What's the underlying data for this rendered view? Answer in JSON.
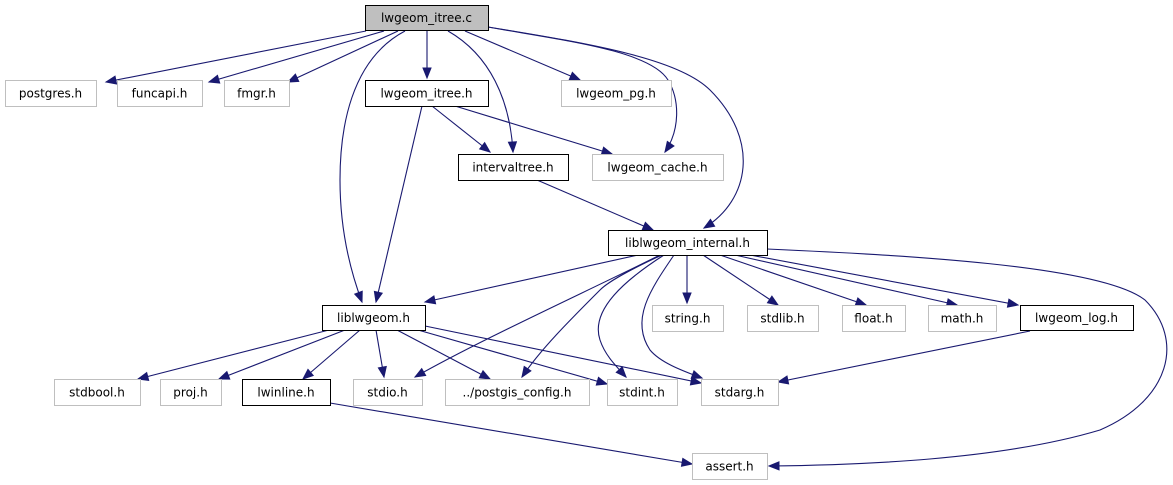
{
  "graph": {
    "title": "lwgeom_itree.c",
    "type": "include-dependency-graph",
    "colors": {
      "edge": "#191970",
      "root_fill": "#bfbfbf",
      "documented_border": "#000000",
      "external_border": "#bfbfbf"
    },
    "nodes": [
      {
        "id": "lwgeom_itree_c",
        "label": "lwgeom_itree.c",
        "kind": "root"
      },
      {
        "id": "postgres_h",
        "label": "postgres.h",
        "kind": "ext"
      },
      {
        "id": "funcapi_h",
        "label": "funcapi.h",
        "kind": "ext"
      },
      {
        "id": "fmgr_h",
        "label": "fmgr.h",
        "kind": "ext"
      },
      {
        "id": "lwgeom_itree_h",
        "label": "lwgeom_itree.h",
        "kind": "int"
      },
      {
        "id": "lwgeom_pg_h",
        "label": "lwgeom_pg.h",
        "kind": "ext"
      },
      {
        "id": "intervaltree_h",
        "label": "intervaltree.h",
        "kind": "int"
      },
      {
        "id": "lwgeom_cache_h",
        "label": "lwgeom_cache.h",
        "kind": "ext"
      },
      {
        "id": "liblwgeom_internal_h",
        "label": "liblwgeom_internal.h",
        "kind": "int"
      },
      {
        "id": "liblwgeom_h",
        "label": "liblwgeom.h",
        "kind": "int"
      },
      {
        "id": "string_h",
        "label": "string.h",
        "kind": "ext"
      },
      {
        "id": "stdlib_h",
        "label": "stdlib.h",
        "kind": "ext"
      },
      {
        "id": "float_h",
        "label": "float.h",
        "kind": "ext"
      },
      {
        "id": "math_h",
        "label": "math.h",
        "kind": "ext"
      },
      {
        "id": "lwgeom_log_h",
        "label": "lwgeom_log.h",
        "kind": "int"
      },
      {
        "id": "stdbool_h",
        "label": "stdbool.h",
        "kind": "ext"
      },
      {
        "id": "proj_h",
        "label": "proj.h",
        "kind": "ext"
      },
      {
        "id": "lwinline_h",
        "label": "lwinline.h",
        "kind": "int"
      },
      {
        "id": "stdio_h",
        "label": "stdio.h",
        "kind": "ext"
      },
      {
        "id": "postgis_config_h",
        "label": "../postgis_config.h",
        "kind": "ext"
      },
      {
        "id": "stdint_h",
        "label": "stdint.h",
        "kind": "ext"
      },
      {
        "id": "stdarg_h",
        "label": "stdarg.h",
        "kind": "ext"
      },
      {
        "id": "assert_h",
        "label": "assert.h",
        "kind": "ext"
      }
    ],
    "edges": [
      {
        "from": "lwgeom_itree_c",
        "to": "postgres_h"
      },
      {
        "from": "lwgeom_itree_c",
        "to": "funcapi_h"
      },
      {
        "from": "lwgeom_itree_c",
        "to": "fmgr_h"
      },
      {
        "from": "lwgeom_itree_c",
        "to": "liblwgeom_h"
      },
      {
        "from": "lwgeom_itree_c",
        "to": "lwgeom_itree_h"
      },
      {
        "from": "lwgeom_itree_c",
        "to": "intervaltree_h"
      },
      {
        "from": "lwgeom_itree_c",
        "to": "lwgeom_pg_h"
      },
      {
        "from": "lwgeom_itree_c",
        "to": "lwgeom_cache_h"
      },
      {
        "from": "lwgeom_itree_c",
        "to": "liblwgeom_internal_h"
      },
      {
        "from": "lwgeom_itree_h",
        "to": "liblwgeom_h"
      },
      {
        "from": "lwgeom_itree_h",
        "to": "intervaltree_h"
      },
      {
        "from": "lwgeom_itree_h",
        "to": "lwgeom_cache_h"
      },
      {
        "from": "intervaltree_h",
        "to": "liblwgeom_internal_h"
      },
      {
        "from": "liblwgeom_internal_h",
        "to": "liblwgeom_h"
      },
      {
        "from": "liblwgeom_internal_h",
        "to": "stdio_h"
      },
      {
        "from": "liblwgeom_internal_h",
        "to": "postgis_config_h"
      },
      {
        "from": "liblwgeom_internal_h",
        "to": "stdint_h"
      },
      {
        "from": "liblwgeom_internal_h",
        "to": "stdarg_h"
      },
      {
        "from": "liblwgeom_internal_h",
        "to": "string_h"
      },
      {
        "from": "liblwgeom_internal_h",
        "to": "stdlib_h"
      },
      {
        "from": "liblwgeom_internal_h",
        "to": "float_h"
      },
      {
        "from": "liblwgeom_internal_h",
        "to": "math_h"
      },
      {
        "from": "liblwgeom_internal_h",
        "to": "lwgeom_log_h"
      },
      {
        "from": "liblwgeom_internal_h",
        "to": "assert_h"
      },
      {
        "from": "liblwgeom_h",
        "to": "stdbool_h"
      },
      {
        "from": "liblwgeom_h",
        "to": "proj_h"
      },
      {
        "from": "liblwgeom_h",
        "to": "lwinline_h"
      },
      {
        "from": "liblwgeom_h",
        "to": "stdio_h"
      },
      {
        "from": "liblwgeom_h",
        "to": "postgis_config_h"
      },
      {
        "from": "liblwgeom_h",
        "to": "stdint_h"
      },
      {
        "from": "liblwgeom_h",
        "to": "stdarg_h"
      },
      {
        "from": "lwgeom_log_h",
        "to": "stdarg_h"
      },
      {
        "from": "lwinline_h",
        "to": "assert_h"
      }
    ]
  }
}
